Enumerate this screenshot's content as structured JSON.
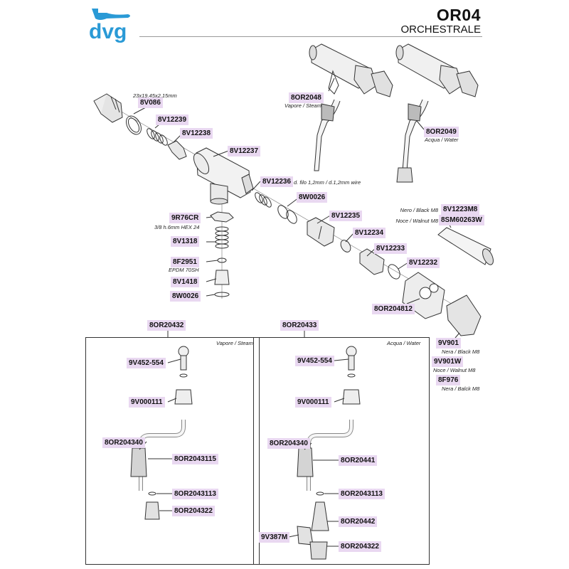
{
  "header": {
    "logo_text": "dvg",
    "model_code": "OR04",
    "model_name": "ORCHESTRALE"
  },
  "colors": {
    "logo_blue": "#2a9ad6",
    "label_bg": "#e9d8f1",
    "line": "#333333"
  },
  "parts": {
    "p8V086": "8V086",
    "p8V12239": "8V12239",
    "p8V12238": "8V12238",
    "p8V12237": "8V12237",
    "p8V12236": "8V12236",
    "p8W0026a": "8W0026",
    "p9R76CR": "9R76CR",
    "p8V12235": "8V12235",
    "p8V1318": "8V1318",
    "p8V12234": "8V12234",
    "p8F2951": "8F2951",
    "p8V12233": "8V12233",
    "p8V1418": "8V1418",
    "p8V12232": "8V12232",
    "p8W0026b": "8W0026",
    "p8OR204812": "8OR204812",
    "p8OR2048": "8OR2048",
    "p8OR2049": "8OR2049",
    "p8V1223M8": "8V1223M8",
    "p8SM60263W": "8SM60263W",
    "p9V901": "9V901",
    "p9V901W": "9V901W",
    "p8F976": "8F976",
    "p8OR20432": "8OR20432",
    "p8OR20433": "8OR20433"
  },
  "notes": {
    "n_dims": "23x19,45x2,15mm",
    "n_steam": "Vapore / Steam",
    "n_water": "Acqua / Water",
    "n_wire": "d. filo 1,2mm / d.1,2mm wire",
    "n_hex": "3/8 h.6mm HEX 24",
    "n_epdm": "EPDM 70SH",
    "n_black": "Nero / Black M8",
    "n_walnut": "Noce / Walnut M8",
    "n_nera_black": "Nera / Black M8",
    "n_noce_walnut": "Noce / Walnut M8",
    "n_nera_balck": "Nera / Balck M8"
  },
  "steam_kit": {
    "title": "Vapore / Steam",
    "p9V452": "9V452-554",
    "p9V000111": "9V000111",
    "p8OR204340": "8OR204340",
    "p8OR2043115": "8OR2043115",
    "p8OR2043113": "8OR2043113",
    "p8OR204322": "8OR204322"
  },
  "water_kit": {
    "title": "Acqua / Water",
    "p9V452": "9V452-554",
    "p9V000111": "9V000111",
    "p8OR204340": "8OR204340",
    "p8OR20441": "8OR20441",
    "p8OR2043113": "8OR2043113",
    "p8OR20442": "8OR20442",
    "p9V387M": "9V387M",
    "p8OR204322": "8OR204322"
  }
}
